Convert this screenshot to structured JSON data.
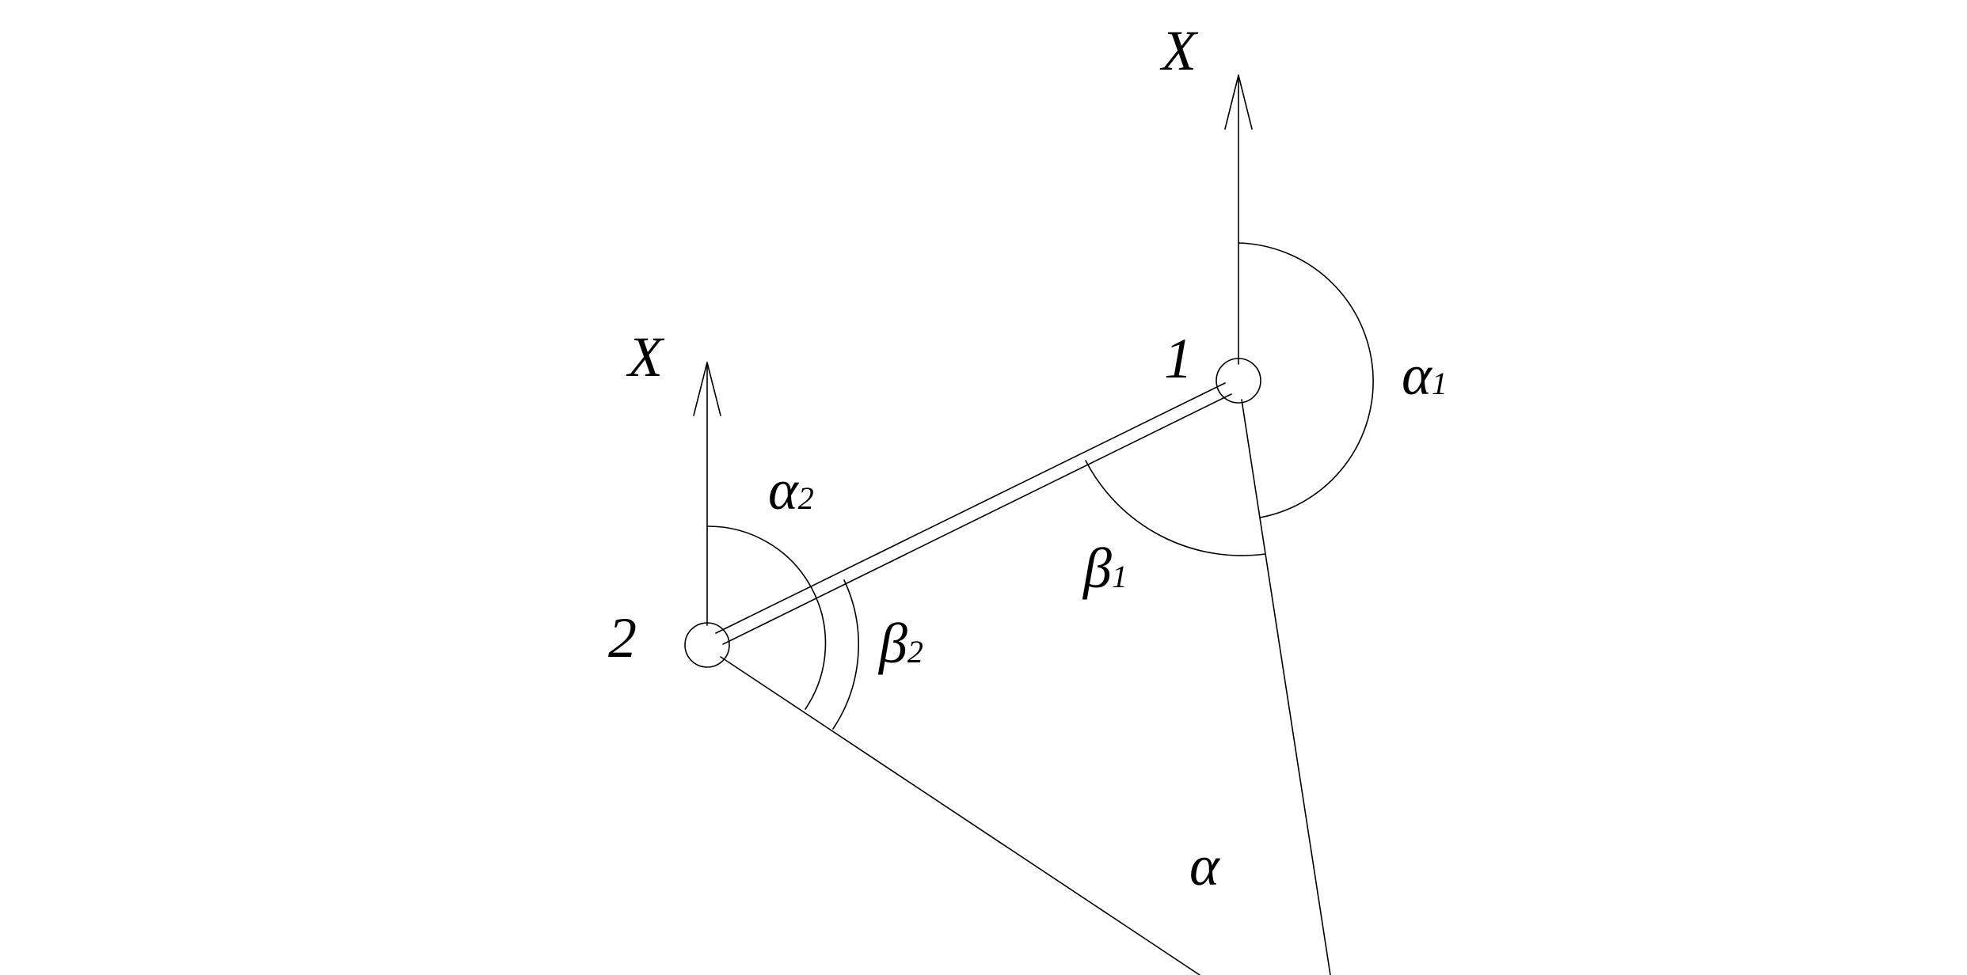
{
  "diagram": {
    "colors": {
      "stroke": "#000000",
      "background": "#ffffff"
    },
    "points": [
      {
        "id": "1",
        "label": "1"
      },
      {
        "id": "2",
        "label": "2"
      }
    ],
    "axes": [
      {
        "at": "1",
        "label": "X",
        "direction": "north"
      },
      {
        "at": "2",
        "label": "X",
        "direction": "north"
      }
    ],
    "angles": [
      {
        "symbol": "α",
        "subscript": "1",
        "at": "1",
        "from": "X-axis",
        "to": "line-1-down"
      },
      {
        "symbol": "β",
        "subscript": "1",
        "at": "1",
        "between": [
          "segment-1-2",
          "line-1-down"
        ]
      },
      {
        "symbol": "α",
        "subscript": "2",
        "at": "2",
        "from": "X-axis",
        "to": "line-2-down"
      },
      {
        "symbol": "β",
        "subscript": "2",
        "at": "2",
        "between": [
          "segment-1-2",
          "line-2-down"
        ]
      },
      {
        "symbol": "α",
        "subscript": "",
        "at": "intersection",
        "between": [
          "line-1-down",
          "line-2-down"
        ]
      }
    ]
  }
}
